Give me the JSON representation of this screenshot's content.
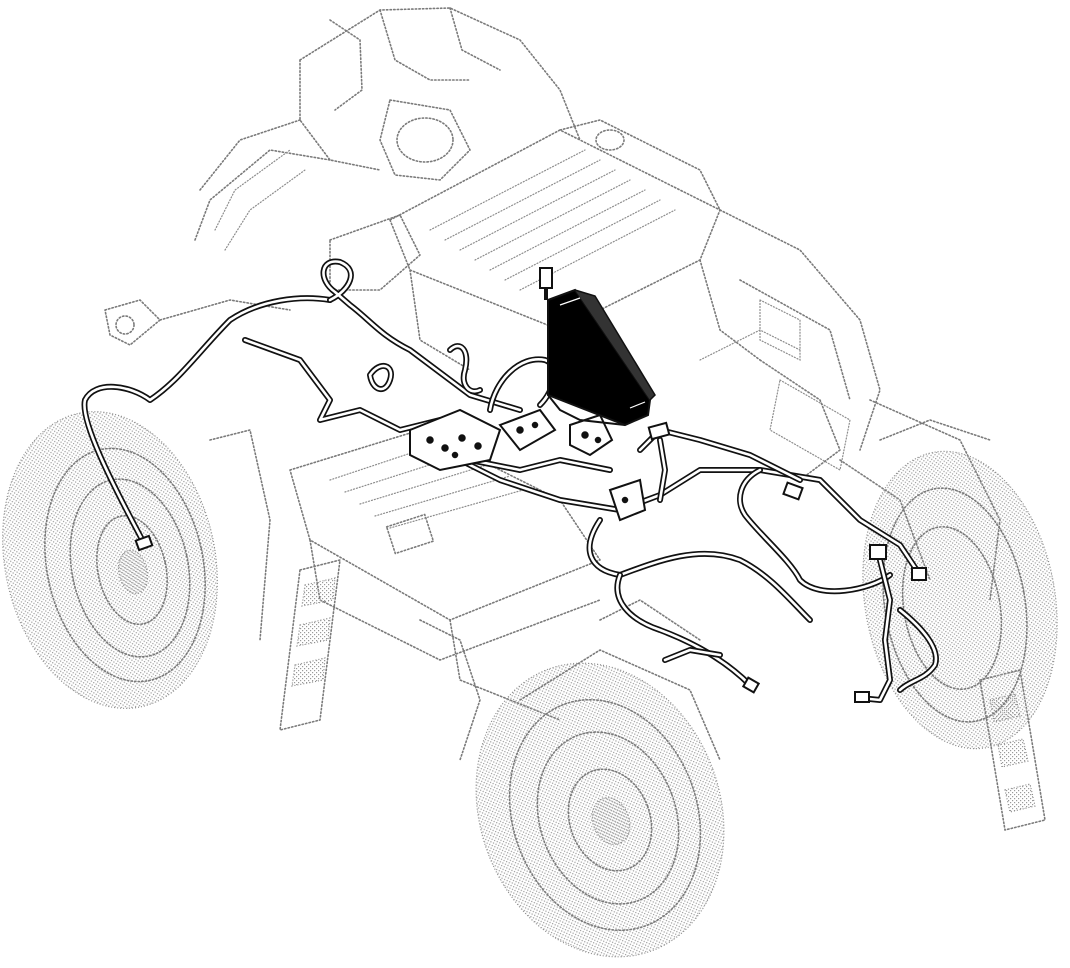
{
  "figure": {
    "background": "#ffffff",
    "colors": {
      "ghost_outline": "#7a7a7a",
      "harness": "#111111",
      "control_unit": "#000000"
    },
    "parts": [
      {
        "name": "tractor-body-ghost",
        "style": "dotted outline"
      },
      {
        "name": "wiring-harness",
        "style": "solid black double-line"
      },
      {
        "name": "control-unit-box",
        "style": "solid black"
      }
    ]
  }
}
